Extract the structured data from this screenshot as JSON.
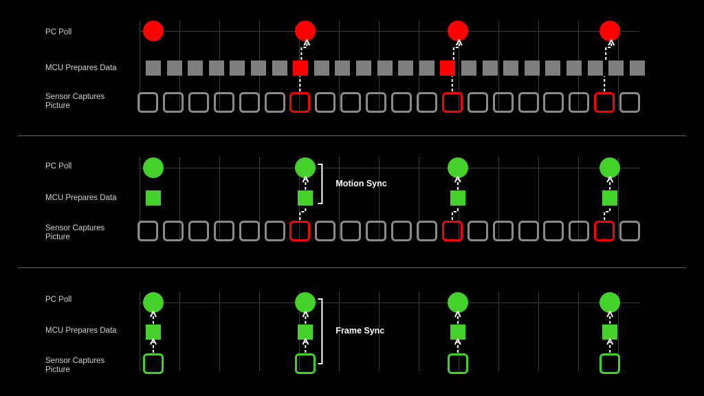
{
  "row_labels": {
    "pc_poll": "PC Poll",
    "mcu": "MCU Prepares Data",
    "sensor": "Sensor Captures\nPicture"
  },
  "colors": {
    "background": "#000000",
    "red": "#ff0000",
    "green": "#44d12b",
    "gray_block": "#7f7f7f",
    "gray_frame": "#8a8a8a",
    "grid": "#3b3b3b",
    "divider": "#6a6a6a",
    "arrow": "#ffffff"
  },
  "panels": [
    {
      "id": "no-sync",
      "sync_label": "",
      "poll_color": "red",
      "mcu_mode": "continuous",
      "sensor_mode": "continuous",
      "poll_slots": [
        0,
        6,
        12,
        18
      ],
      "highlight_slots": [
        6,
        12,
        18
      ],
      "connector": "elbow"
    },
    {
      "id": "motion-sync",
      "sync_label": "Motion Sync",
      "poll_color": "green",
      "mcu_mode": "polled",
      "sensor_mode": "continuous",
      "poll_slots": [
        0,
        6,
        12,
        18
      ],
      "highlight_slots": [
        6,
        12,
        18
      ],
      "connector": "elbow"
    },
    {
      "id": "frame-sync",
      "sync_label": "Frame Sync",
      "poll_color": "green",
      "mcu_mode": "polled",
      "sensor_mode": "polled",
      "poll_slots": [
        0,
        6,
        12,
        18
      ],
      "highlight_slots": [
        0,
        6,
        12,
        18
      ],
      "connector": "straight"
    }
  ]
}
